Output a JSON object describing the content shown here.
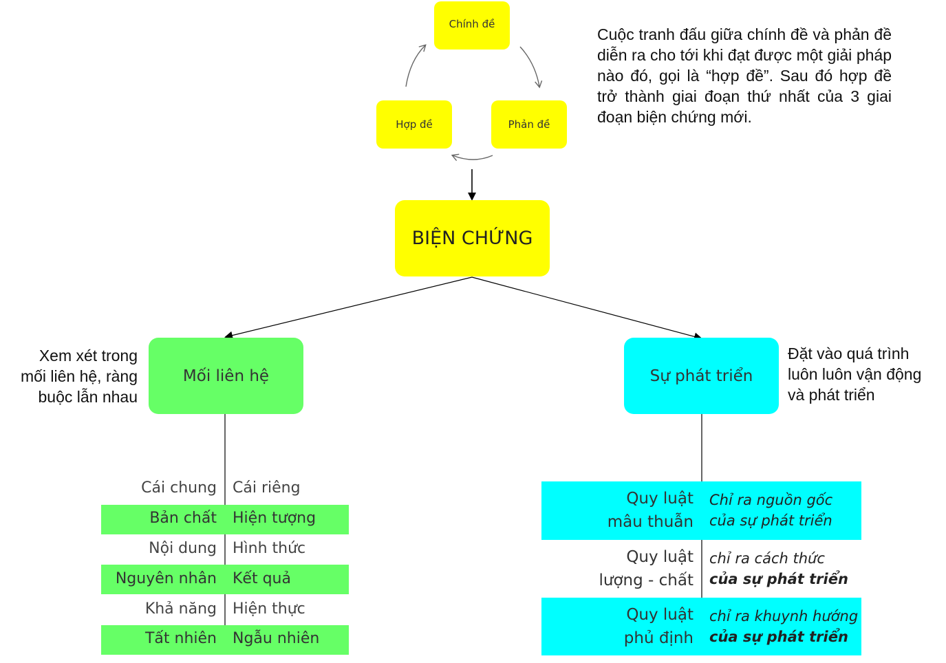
{
  "cycle": {
    "thesis": "Chính đề",
    "antithesis": "Phản đề",
    "synthesis": "Hợp đề"
  },
  "cycle_note": "Cuộc tranh đấu giữa chính đề và phản đề diễn ra cho tới khi đạt được một giải pháp nào đó, gọi là “hợp đề”. Sau đó hợp đề trở thành giai đoạn thứ nhất của 3 giai đoạn biện chứng mới.",
  "main": "BIỆN CHỨNG",
  "left": {
    "label": "Mối liên hệ",
    "note_lines": [
      "Xem xét trong",
      "mối liên hệ, ràng",
      "buộc lẫn nhau"
    ],
    "pairs": [
      {
        "a": "Cái chung",
        "b": "Cái riêng",
        "highlight": false
      },
      {
        "a": "Bản chất",
        "b": "Hiện tượng",
        "highlight": true
      },
      {
        "a": "Nội dung",
        "b": "Hình thức",
        "highlight": false
      },
      {
        "a": "Nguyên nhân",
        "b": "Kết quả",
        "highlight": true
      },
      {
        "a": "Khả năng",
        "b": "Hiện thực",
        "highlight": false
      },
      {
        "a": "Tất nhiên",
        "b": "Ngẫu nhiên",
        "highlight": true
      }
    ]
  },
  "right": {
    "label": "Sự phát triển",
    "note_lines": [
      "Đặt vào quá trình",
      "luôn luôn vận động",
      "và phát triển"
    ],
    "laws": [
      {
        "name_line1": "Quy luật",
        "name_line2": "mâu thuẫn",
        "desc_line1": "Chỉ ra nguồn gốc",
        "desc_line2": "của sự phát triển",
        "highlight": true,
        "desc2_bold": false
      },
      {
        "name_line1": "Quy luật",
        "name_line2": "lượng - chất",
        "desc_line1": "chỉ ra cách thức",
        "desc_line2": "của sự phát triển",
        "highlight": false,
        "desc2_bold": true
      },
      {
        "name_line1": "Quy luật",
        "name_line2": "phủ định",
        "desc_line1": "chỉ ra khuynh hướng",
        "desc_line2": "của sự phát triển",
        "highlight": true,
        "desc2_bold": true
      }
    ]
  },
  "colors": {
    "yellow": "#ffff00",
    "green": "#66ff66",
    "cyan": "#00ffff"
  }
}
